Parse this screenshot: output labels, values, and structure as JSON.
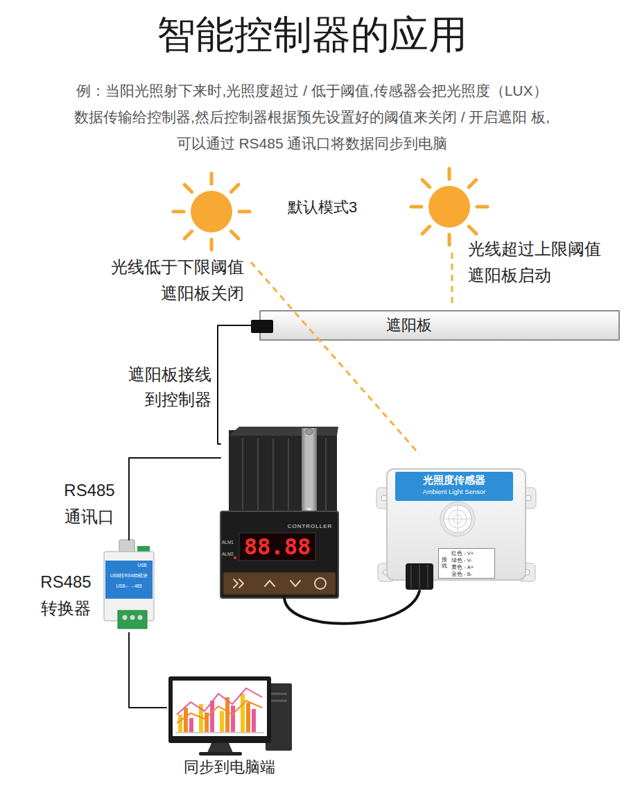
{
  "diagram": {
    "title": "智能控制器的应用",
    "nodes": [
      {
        "text": [
          "遮阳板"
        ]
      },
      {
        "text": [
          "CONTROLLER",
          "88.88",
          "ALM1",
          "ALM2"
        ]
      },
      {
        "text": [
          "光照度传感器",
          "Ambient Light Sensor"
        ]
      },
      {
        "text": [
          "接线",
          "红色 - V+",
          "绿色 - V-",
          "黄色 - A+",
          "蓝色 - B-"
        ],
        "in": 2
      },
      {
        "text": [
          "USB",
          "USB转RS485模块",
          "USB←→485"
        ]
      },
      {
        "text": [
          "同步到电脑端"
        ]
      }
    ],
    "edges": [
      {
        "from": 0,
        "to": 1,
        "arrow": "none"
      },
      {
        "from": 1,
        "to": 4,
        "arrow": "none"
      },
      {
        "from": 4,
        "to": 5,
        "arrow": "none"
      },
      {
        "from": 1,
        "to": 2,
        "arrow": "none"
      }
    ],
    "labels": [
      "例：当阳光照射下来时,光照度超过 / 低于阈值,传感器会把光照度（LUX） 数据传输给控制器,然后控制器根据预先设置好的阈值来关闭 / 开启遮阳 板,可以通过 RS485 通讯口将数据同步到电脑",
      "默认模式3",
      "光线低于下限阈值 遮阳板关闭",
      "光线超过上限阈值 遮阳板启动",
      "遮阳板接线 到控制器",
      "RS485 通讯口",
      "RS485 转换器"
    ]
  }
}
